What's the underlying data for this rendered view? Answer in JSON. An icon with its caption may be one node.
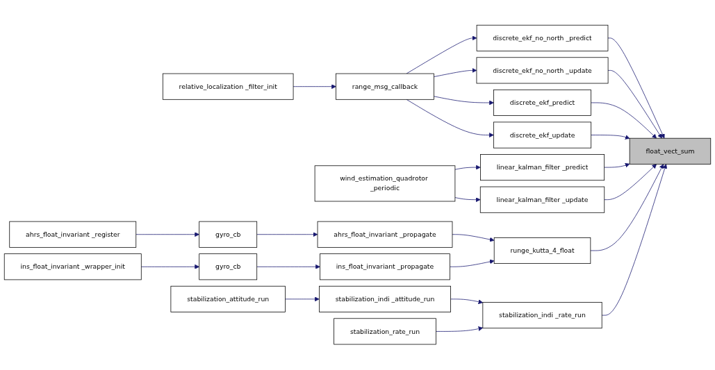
{
  "diagram": {
    "nodes": [
      {
        "text": [
          "float_vect_sum"
        ]
      },
      {
        "text": [
          "discrete_ekf_no_north _predict"
        ]
      },
      {
        "text": [
          "discrete_ekf_no_north _update"
        ]
      },
      {
        "text": [
          "discrete_ekf_predict"
        ]
      },
      {
        "text": [
          "discrete_ekf_update"
        ]
      },
      {
        "text": [
          "linear_kalman_filter _predict"
        ]
      },
      {
        "text": [
          "linear_kalman_filter _update"
        ]
      },
      {
        "text": [
          "runge_kutta_4_float"
        ]
      },
      {
        "text": [
          "stabilization_indi _rate_run"
        ]
      },
      {
        "text": [
          "range_msg_callback"
        ]
      },
      {
        "text": [
          "wind_estimation_quadrotor _periodic"
        ]
      },
      {
        "text": [
          "ahrs_float_invariant _propagate"
        ]
      },
      {
        "text": [
          "ins_float_invariant _propagate"
        ]
      },
      {
        "text": [
          "stabilization_indi _attitude_run"
        ]
      },
      {
        "text": [
          "stabilization_rate_run"
        ]
      },
      {
        "text": [
          "relative_localization _filter_init"
        ]
      },
      {
        "text": [
          "gyro_cb"
        ]
      },
      {
        "text": [
          "gyro_cb"
        ]
      },
      {
        "text": [
          "ahrs_float_invariant _register"
        ]
      },
      {
        "text": [
          "ins_float_invariant _wrapper_init"
        ]
      },
      {
        "text": [
          "stabilization_attitude_run"
        ]
      }
    ],
    "edges": [
      {
        "from": 1,
        "to": 0,
        "arrow": "to"
      },
      {
        "from": 2,
        "to": 0,
        "arrow": "to"
      },
      {
        "from": 3,
        "to": 0,
        "arrow": "to"
      },
      {
        "from": 4,
        "to": 0,
        "arrow": "to"
      },
      {
        "from": 5,
        "to": 0,
        "arrow": "to"
      },
      {
        "from": 6,
        "to": 0,
        "arrow": "to"
      },
      {
        "from": 7,
        "to": 0,
        "arrow": "to"
      },
      {
        "from": 8,
        "to": 0,
        "arrow": "to"
      },
      {
        "from": 9,
        "to": 1,
        "arrow": "to"
      },
      {
        "from": 9,
        "to": 2,
        "arrow": "to"
      },
      {
        "from": 9,
        "to": 3,
        "arrow": "to"
      },
      {
        "from": 9,
        "to": 4,
        "arrow": "to"
      },
      {
        "from": 10,
        "to": 5,
        "arrow": "to"
      },
      {
        "from": 10,
        "to": 6,
        "arrow": "to"
      },
      {
        "from": 11,
        "to": 7,
        "arrow": "to"
      },
      {
        "from": 12,
        "to": 7,
        "arrow": "to"
      },
      {
        "from": 13,
        "to": 8,
        "arrow": "to"
      },
      {
        "from": 14,
        "to": 8,
        "arrow": "to"
      },
      {
        "from": 15,
        "to": 9,
        "arrow": "to"
      },
      {
        "from": 16,
        "to": 11,
        "arrow": "to"
      },
      {
        "from": 17,
        "to": 12,
        "arrow": "to"
      },
      {
        "from": 18,
        "to": 16,
        "arrow": "to"
      },
      {
        "from": 19,
        "to": 17,
        "arrow": "to"
      },
      {
        "from": 20,
        "to": 13,
        "arrow": "to"
      }
    ]
  }
}
